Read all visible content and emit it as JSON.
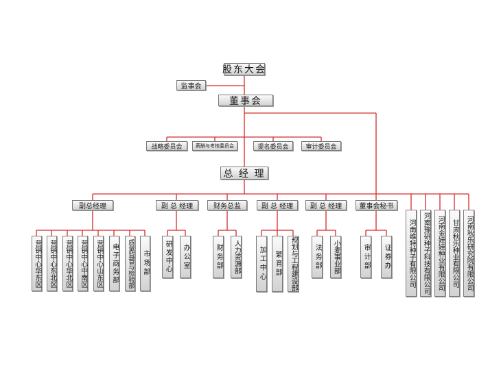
{
  "colors": {
    "line": "#d42a2a",
    "box_border": "#7a7a7a"
  },
  "top": {
    "shareholders": "股东大会",
    "supervisors": "监事会",
    "board": "董事会",
    "committees": [
      "战略委员会",
      "薪酬与考核委员会",
      "提名委员会",
      "审计委员会"
    ],
    "gm": "总 经 理"
  },
  "level2": [
    "副总经理",
    "副 总 经理",
    "财务总监",
    "副 总 经理",
    "副 总 经理",
    "董事会秘书"
  ],
  "subsidiaries": [
    "河南维特种子有限公司",
    "河南豫研种子科技有限公司",
    "河南金娃娃种业有限公司",
    "甘肃秋乐种业有限公司",
    "河南秋乐研究院有限公司"
  ],
  "departments": {
    "g1": [
      "营销中心华东区",
      "营销中心东北区",
      "营销中心华北区",
      "营销中心中南区",
      "营销中心山东区",
      "电子商务部",
      "质量监督与检验部",
      "市场部"
    ],
    "g2": [
      "研发中心",
      "办公室"
    ],
    "g3": [
      "财务部",
      "人力资源部"
    ],
    "g4": [
      "加工中心",
      "繁育部",
      "规划与工程建设部"
    ],
    "g5": [
      "法务部",
      "小麦事业部"
    ],
    "g6": [
      "审计部",
      "证券办"
    ]
  }
}
